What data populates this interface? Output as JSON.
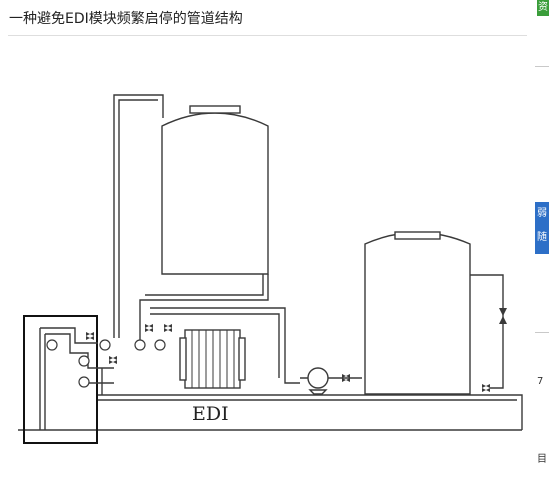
{
  "article": {
    "title": "一种避免EDI模块频繁启停的管道结构"
  },
  "figure": {
    "edi_label": "EDI"
  },
  "side_panel": {
    "green_tab": "资",
    "blue_tab_1": "弱",
    "blue_tab_2": "随",
    "text_1": "7",
    "text_2": "目"
  }
}
